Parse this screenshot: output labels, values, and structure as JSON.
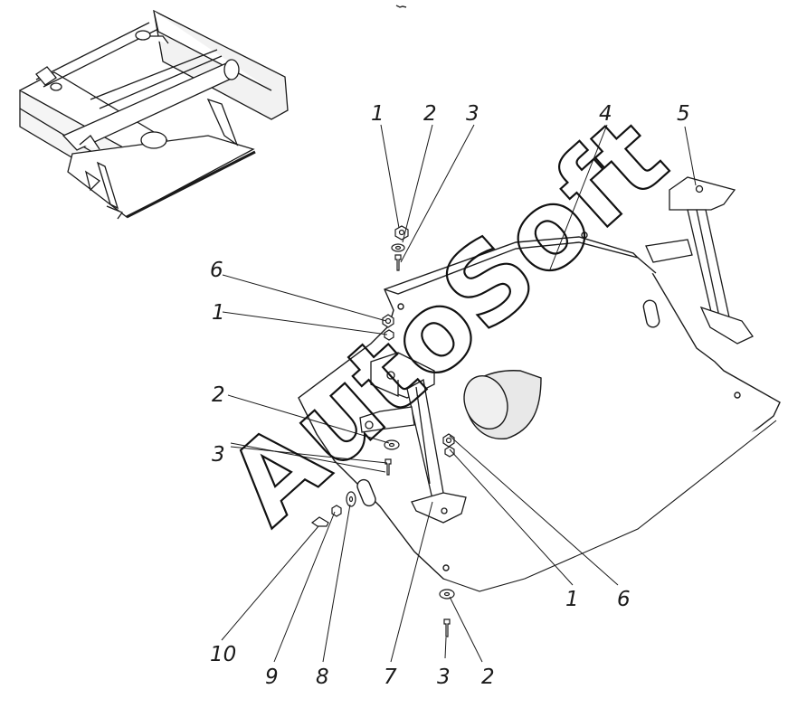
{
  "watermark": {
    "text": "AutoSoft"
  },
  "callouts": {
    "top_1": "1",
    "top_2": "2",
    "top_3": "3",
    "top_4": "4",
    "top_5": "5",
    "left_6": "6",
    "left_1": "1",
    "left_2": "2",
    "left_3": "3",
    "right_1": "1",
    "right_6": "6",
    "bottom_10": "10",
    "bottom_9": "9",
    "bottom_8": "8",
    "bottom_7": "7",
    "bottom_3": "3",
    "bottom_2": "2"
  },
  "colors": {
    "line": "#1a1a1a",
    "shade": "#e6e6e6",
    "paper": "#ffffff"
  }
}
